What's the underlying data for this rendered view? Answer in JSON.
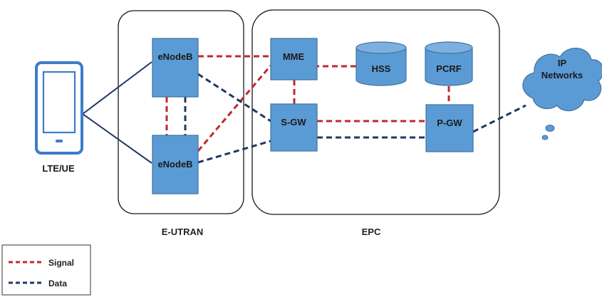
{
  "colors": {
    "node_fill": "#5b9bd5",
    "node_stroke": "#41719c",
    "signal_line": "#c0282d",
    "data_line": "#1f3864",
    "link_solid": "#1f3864",
    "cloud_fill": "#5b9bd5",
    "region_stroke": "#1a1a1a"
  },
  "device": {
    "label": "LTE/UE",
    "icon": "tablet-icon"
  },
  "regions": {
    "eutran": "E-UTRAN",
    "epc": "EPC"
  },
  "nodes": {
    "enodeb_top": "eNodeB",
    "enodeb_bottom": "eNodeB",
    "mme": "MME",
    "sgw": "S-GW",
    "pgw": "P-GW",
    "hss": "HSS",
    "pcrf": "PCRF"
  },
  "cloud": {
    "line1": "IP",
    "line2": "Networks",
    "icon": "cloud-icon"
  },
  "legend": {
    "signal": "Signal",
    "data": "Data"
  }
}
